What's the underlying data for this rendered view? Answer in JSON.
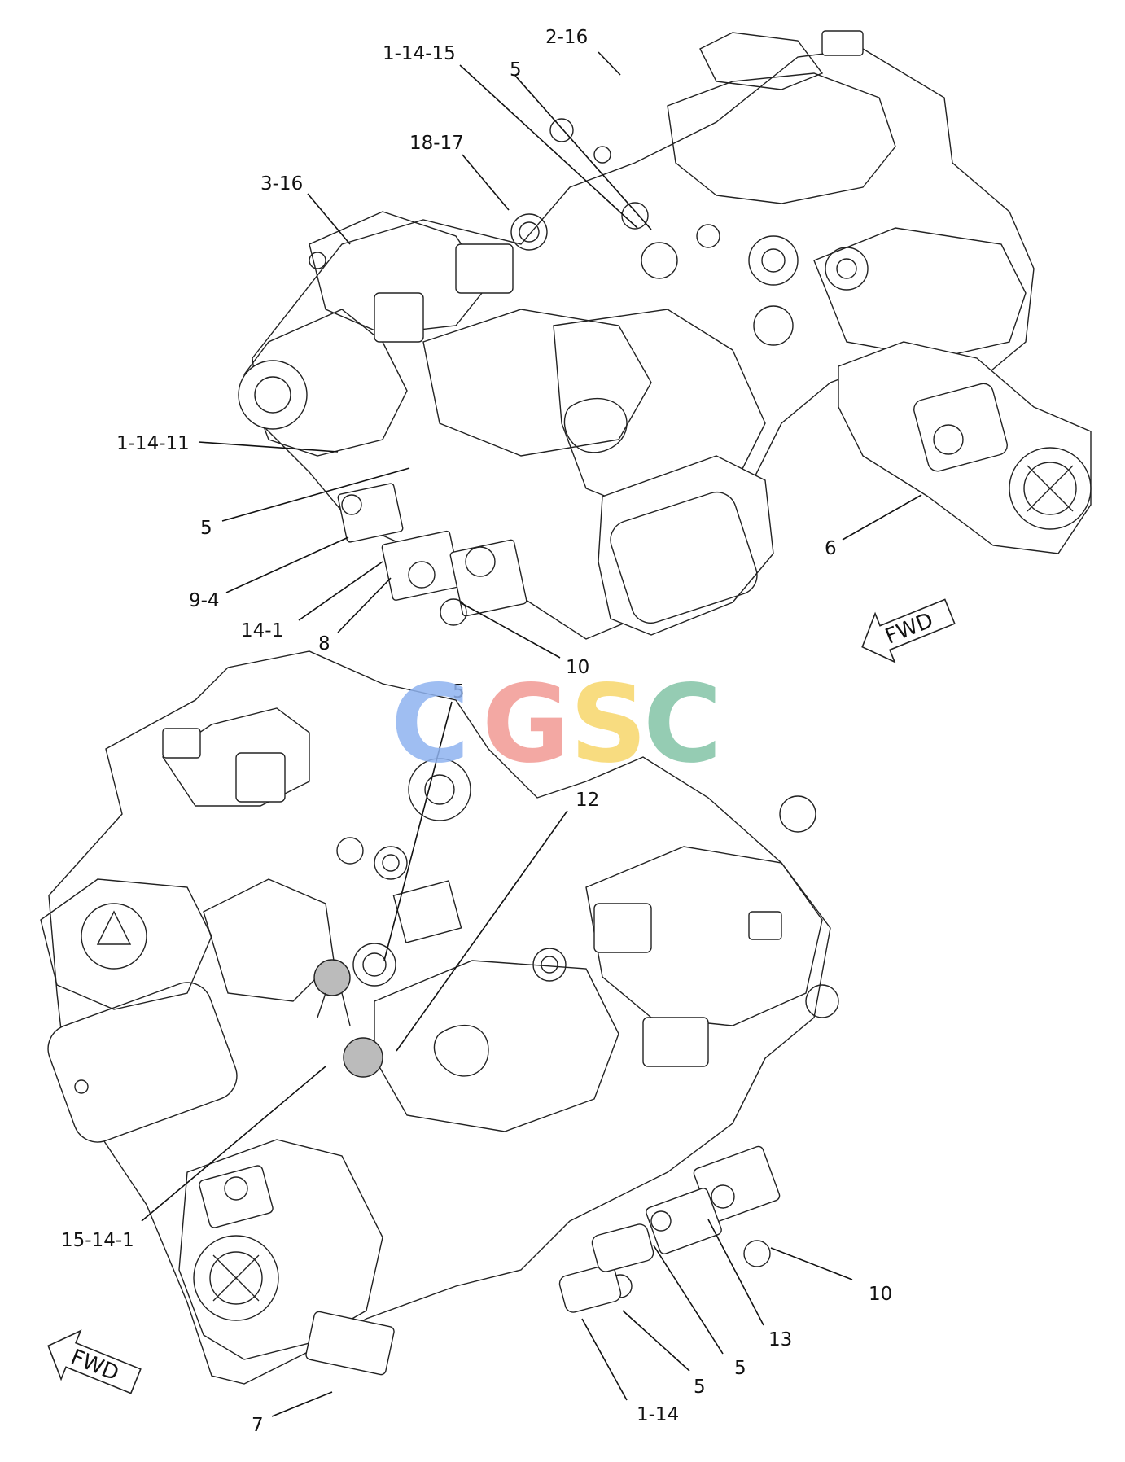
{
  "watermark": {
    "letters": [
      "C",
      "G",
      "S",
      "C"
    ],
    "colors": [
      "#8fb3f0",
      "#f29a94",
      "#f7d76a",
      "#83c4a6"
    ]
  },
  "direction_arrows": [
    "FWD",
    "FWD"
  ],
  "top_view_labels": [
    "1-14-15",
    "2-16",
    "5",
    "18-17",
    "3-16",
    "1-14-11",
    "5",
    "9-4",
    "14-1",
    "8",
    "10",
    "6"
  ],
  "bottom_view_labels": [
    "5",
    "12",
    "15-14-1",
    "10",
    "13",
    "5",
    "5",
    "1-14",
    "7"
  ]
}
